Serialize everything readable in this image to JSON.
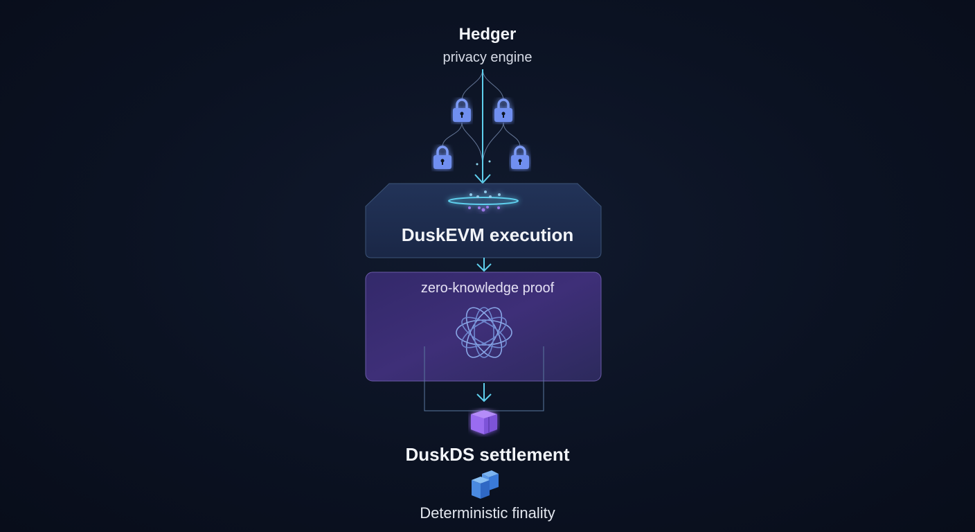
{
  "header": {
    "title": "Hedger",
    "subtitle": "privacy engine"
  },
  "stages": {
    "execution": "DuskEVM execution",
    "proof": "zero-knowledge proof",
    "settlement": "DuskDS settlement",
    "finality": "Deterministic finality"
  },
  "icons": [
    "lock-icon",
    "lock-icon",
    "lock-icon",
    "lock-icon",
    "particle-ring-icon",
    "knot-icon",
    "cube-icon",
    "stacked-blocks-icon"
  ],
  "colors": {
    "accent": "#4fd0f0",
    "lock": "#6f8ff0",
    "proof_box": "#3a2d6e",
    "exec_box": "#1e2e4e",
    "cube": "#9a6cf0"
  }
}
